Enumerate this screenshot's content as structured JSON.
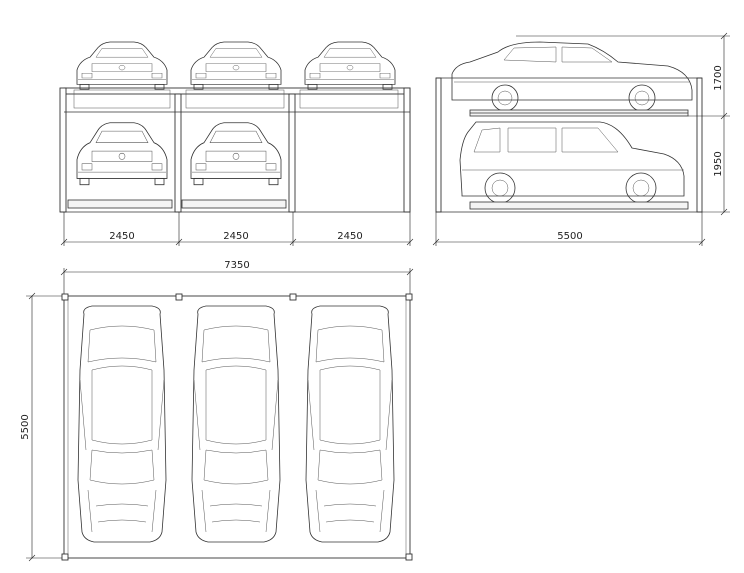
{
  "dimensions": {
    "bay_widths": [
      "2450",
      "2450",
      "2450"
    ],
    "side_length": "5500",
    "upper_level_height": "1700",
    "lower_level_height": "1950",
    "total_width": "7350",
    "plan_depth": "5500"
  }
}
